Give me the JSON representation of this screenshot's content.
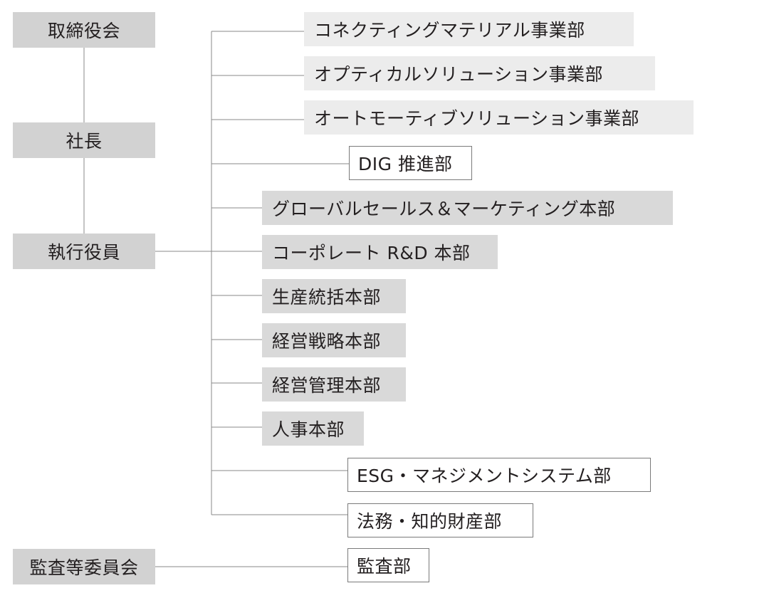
{
  "left_column": {
    "board": "取締役会",
    "president": "社長",
    "officers": "執行役員",
    "audit_committee": "監査等委員会"
  },
  "divisions": [
    {
      "label": "コネクティングマテリアル事業部",
      "style": "light-gray"
    },
    {
      "label": "オプティカルソリューション事業部",
      "style": "light-gray"
    },
    {
      "label": "オートモーティブソリューション事業部",
      "style": "light-gray"
    },
    {
      "label": "DIG 推進部",
      "style": "outlined"
    },
    {
      "label": "グローバルセールス＆マーケティング本部",
      "style": "gray"
    },
    {
      "label": "コーポレート R&D 本部",
      "style": "gray"
    },
    {
      "label": "生産統括本部",
      "style": "gray"
    },
    {
      "label": "経営戦略本部",
      "style": "gray"
    },
    {
      "label": "経営管理本部",
      "style": "gray"
    },
    {
      "label": "人事本部",
      "style": "gray"
    },
    {
      "label": "ESG・マネジメントシステム部",
      "style": "outlined"
    },
    {
      "label": "法務・知的財産部",
      "style": "outlined"
    }
  ],
  "audit_department": {
    "label": "監査部",
    "style": "outlined"
  },
  "colors": {
    "left_box": "#d2d2d2",
    "division_light": "#ececec",
    "division_gray": "#d9d9d9",
    "outline": "#7a7a7a",
    "connector": "#8a8a8a",
    "text": "#231f20"
  }
}
